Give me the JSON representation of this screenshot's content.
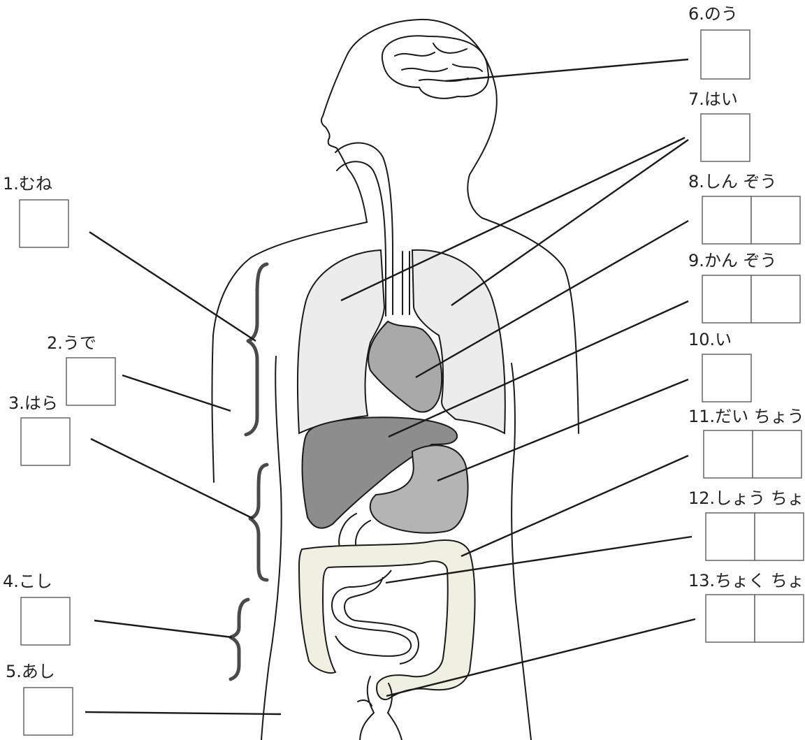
{
  "labels": {
    "chest": "1.むね",
    "arm": "2.うで",
    "belly": "3.はら",
    "hip": "4.こし",
    "leg": "5.あし",
    "brain": "6.のう",
    "lungs": "7.はい",
    "heart": "8.しん ぞう",
    "liver": "9.かん ぞう",
    "stomach": "10.い",
    "large_intestine": "11.だい ちょう",
    "small_intestine": "12.しょう ちょう",
    "rectum": "13.ちょく ちょう"
  },
  "colors": {
    "outline": "#1a1a1a",
    "lung_fill": "#ececec",
    "heart_fill": "#a9a9a9",
    "liver_fill": "#8d8d8d",
    "stomach_fill": "#b4b4b4",
    "intestine_fill": "#f0f0e2",
    "brace": "#4a4a4a"
  }
}
